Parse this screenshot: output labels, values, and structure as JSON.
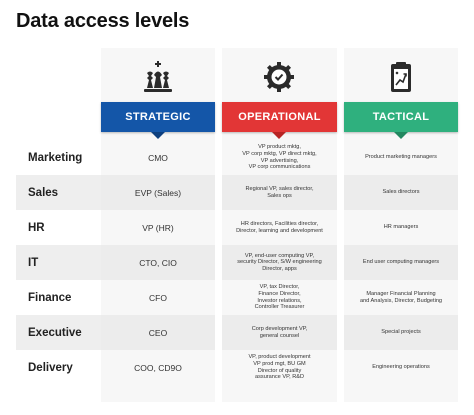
{
  "title": "Data access levels",
  "columns": {
    "strategic": {
      "label": "STRATEGIC",
      "color": "#1456a8",
      "icon": "chess-pieces-icon"
    },
    "operational": {
      "label": "OPERATIONAL",
      "color": "#e23636",
      "icon": "gear-check-icon"
    },
    "tactical": {
      "label": "TACTICAL",
      "color": "#2fb07e",
      "icon": "clipboard-strategy-icon"
    }
  },
  "rows": [
    {
      "label": "Marketing",
      "strategic": "CMO",
      "operational": "VP product mktg,\nVP corp mktg, VP direct mktg,\nVP advertising,\nVP corp communications",
      "tactical": "Product marketing managers"
    },
    {
      "label": "Sales",
      "strategic": "EVP (Sales)",
      "operational": "Regional VP, sales director,\nSales ops",
      "tactical": "Sales directors"
    },
    {
      "label": "HR",
      "strategic": "VP (HR)",
      "operational": "HR directors, Facilities director,\nDirector, learning and development",
      "tactical": "HR managers"
    },
    {
      "label": "IT",
      "strategic": "CTO, CIO",
      "operational": "VP, end-user computing VP,\nsecurity Director, S/W engineering\nDirector, apps",
      "tactical": "End user computing managers"
    },
    {
      "label": "Finance",
      "strategic": "CFO",
      "operational": "VP, tax Director,\nFinance Director,\nInvestor relations,\nController Treasurer",
      "tactical": "Manager Financial Planning\nand Analysis, Director, Budgeting"
    },
    {
      "label": "Executive",
      "strategic": "CEO",
      "operational": "Corp development VP,\ngeneral counsel",
      "tactical": "Special projects"
    },
    {
      "label": "Delivery",
      "strategic": "COO, CD9O",
      "operational": "VP, product development\nVP prod mgt, BU GM\nDirector of quality\nassurance VP, R&D",
      "tactical": "Engineering operations"
    }
  ]
}
